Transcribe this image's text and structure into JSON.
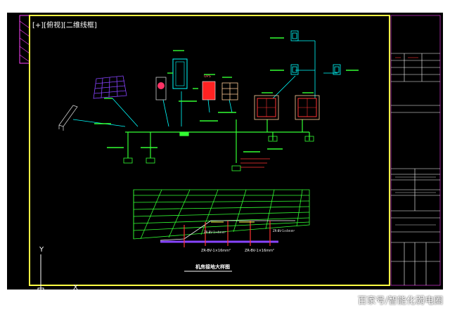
{
  "app": {
    "viewport_label": "[+][俯视][二维线框]"
  },
  "drawing": {
    "title": "机房接地大样图",
    "labels": {
      "ups": "UPS",
      "cable_a": "ZR-BV-1×16mm²",
      "cable_b": "ZR-BV-1×16mm²",
      "cable_c": "ZR-BV-1×4mm²",
      "cable_d": "ZR-BV-1×4mm²"
    }
  },
  "ucs": {
    "x_label": "X",
    "y_label": "Y"
  },
  "watermark": "百家号/智能化弱电圈",
  "colors": {
    "background": "#000000",
    "frame": "#ffff44",
    "green": "#33ff33",
    "cyan": "#00ffff",
    "red": "#ff3333",
    "magenta": "#ff44ff",
    "white": "#ffffff"
  }
}
